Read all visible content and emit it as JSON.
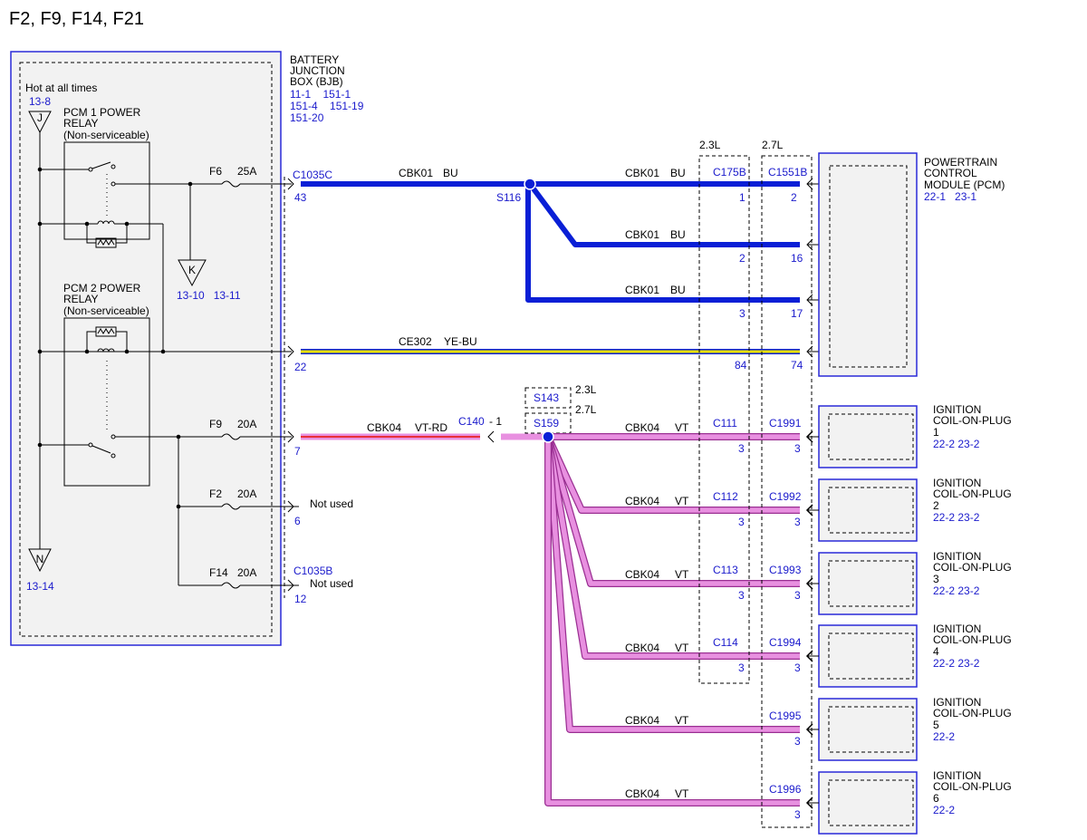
{
  "title": "F2, F9, F14, F21",
  "bjb": {
    "name_lines": [
      "BATTERY",
      "JUNCTION",
      "BOX (BJB)"
    ],
    "refs_lines": [
      "11-1    151-1",
      "151-4    151-19",
      "151-20"
    ],
    "hot_label": "Hot at all times",
    "hot_ref": "13-8"
  },
  "relay1": {
    "lines": [
      "PCM 1 POWER",
      "RELAY",
      "(Non-serviceable)"
    ]
  },
  "relay2": {
    "lines": [
      "PCM 2 POWER",
      "RELAY",
      "(Non-serviceable)"
    ]
  },
  "grounds": {
    "j": {
      "letter": "J"
    },
    "k": {
      "letter": "K",
      "refs": "13-10   13-11"
    },
    "n": {
      "letter": "N",
      "ref": "13-14"
    }
  },
  "fuses": {
    "f6": {
      "name": "F6",
      "rating": "25A"
    },
    "f9": {
      "name": "F9",
      "rating": "20A"
    },
    "f2": {
      "name": "F2",
      "rating": "20A"
    },
    "f14": {
      "name": "F14",
      "rating": "20A"
    }
  },
  "connectors": {
    "c1035c": "C1035C",
    "c1035b": "C1035B",
    "c175b": "C175B",
    "c1551b": "C1551B",
    "c140": "C140",
    "c140_pin": "- 1",
    "pins": {
      "p43": "43",
      "p22": "22",
      "p7": "7",
      "p6": "6",
      "p12": "12"
    }
  },
  "splices": {
    "s116": "S116",
    "s143": "S143",
    "s159": "S159"
  },
  "engine_labels": {
    "l23a": "2.3L",
    "l27a": "2.7L",
    "l23b": "2.3L",
    "l27b": "2.7L"
  },
  "wires": {
    "cbk01_bu": {
      "circuit": "CBK01",
      "color": "BU"
    },
    "ce302": {
      "circuit": "CE302",
      "color": "YE-BU"
    },
    "cbk04_vtrd": {
      "circuit": "CBK04",
      "color": "VT-RD"
    },
    "cbk04_vt": {
      "circuit": "CBK04",
      "color": "VT"
    }
  },
  "not_used": "Not used",
  "pcm": {
    "lines": [
      "POWERTRAIN",
      "CONTROL",
      "MODULE (PCM)"
    ],
    "refs": "22-1   23-1",
    "pin_pairs": [
      {
        "a": "1",
        "b": "2"
      },
      {
        "a": "2",
        "b": "16"
      },
      {
        "a": "3",
        "b": "17"
      },
      {
        "a": "84",
        "b": "74"
      }
    ]
  },
  "coils": [
    {
      "c23": "C111",
      "c27": "C1991",
      "pin23": "3",
      "pin27": "3",
      "lines": [
        "IGNITION",
        "COIL-ON-PLUG",
        "1"
      ],
      "refs": "22-2    23-2"
    },
    {
      "c23": "C112",
      "c27": "C1992",
      "pin23": "3",
      "pin27": "3",
      "lines": [
        "IGNITION",
        "COIL-ON-PLUG",
        "2"
      ],
      "refs": "22-2    23-2"
    },
    {
      "c23": "C113",
      "c27": "C1993",
      "pin23": "3",
      "pin27": "3",
      "lines": [
        "IGNITION",
        "COIL-ON-PLUG",
        "3"
      ],
      "refs": "22-2    23-2"
    },
    {
      "c23": "C114",
      "c27": "C1994",
      "pin23": "3",
      "pin27": "3",
      "lines": [
        "IGNITION",
        "COIL-ON-PLUG",
        "4"
      ],
      "refs": "22-2    23-2"
    },
    {
      "c23": "",
      "c27": "C1995",
      "pin23": "",
      "pin27": "3",
      "lines": [
        "IGNITION",
        "COIL-ON-PLUG",
        "5"
      ],
      "refs": "22-2"
    },
    {
      "c23": "",
      "c27": "C1996",
      "pin23": "",
      "pin27": "3",
      "lines": [
        "IGNITION",
        "COIL-ON-PLUG",
        "6"
      ],
      "refs": "22-2"
    }
  ],
  "colors": {
    "label_blue": "#1a1acc",
    "wire_blue": "#0a1fd6",
    "wire_violet": "#e890e0",
    "wire_violet_edge": "#9a2f92",
    "wire_yellow": "#e8e000",
    "wire_red": "#e8303a",
    "box_fill": "#f2f2f2"
  }
}
